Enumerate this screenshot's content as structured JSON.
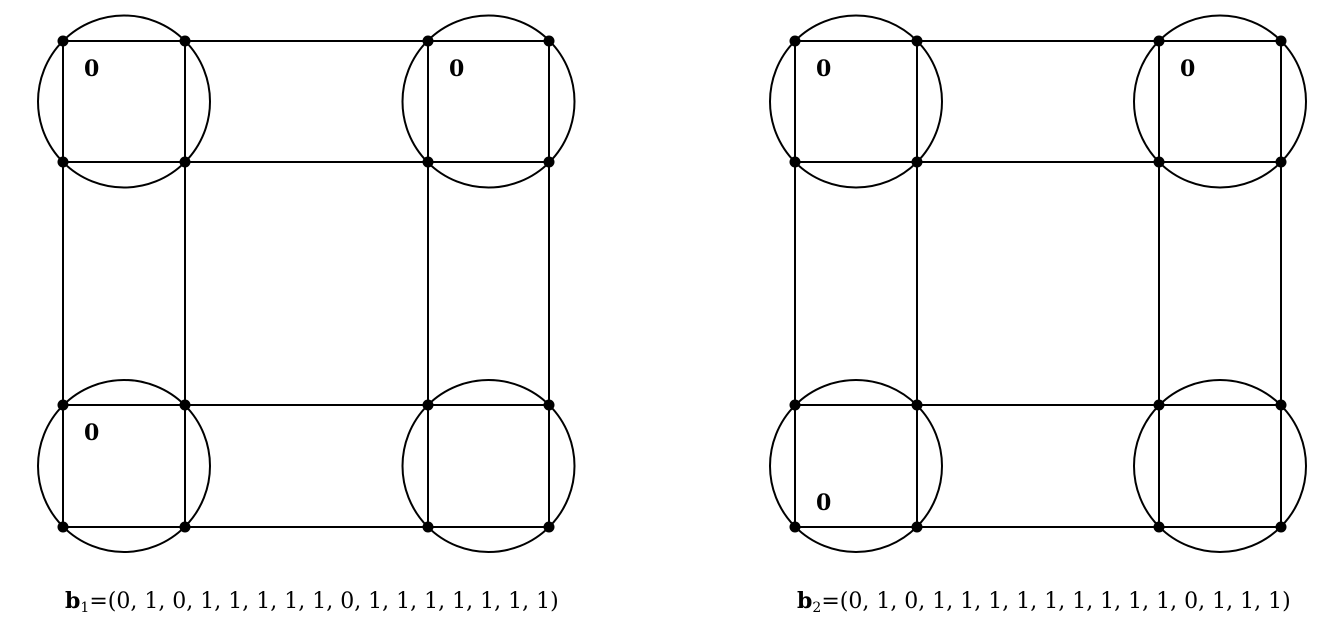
{
  "panels": [
    {
      "name": "left",
      "zero_labels": [
        {
          "text": "0",
          "circle": "top-left",
          "corner": "top"
        },
        {
          "text": "0",
          "circle": "top-right",
          "corner": "top"
        },
        {
          "text": "0",
          "circle": "bottom-left",
          "corner": "top"
        }
      ],
      "caption": {
        "vector": "b",
        "subscript": "1",
        "equals": "=",
        "tuple": "(0, 1, 0, 1, 1, 1, 1, 1, 0, 1, 1, 1, 1, 1, 1, 1)"
      }
    },
    {
      "name": "right",
      "zero_labels": [
        {
          "text": "0",
          "circle": "top-left",
          "corner": "top"
        },
        {
          "text": "0",
          "circle": "top-right",
          "corner": "top"
        },
        {
          "text": "0",
          "circle": "bottom-left",
          "corner": "bottom"
        }
      ],
      "caption": {
        "vector": "b",
        "subscript": "2",
        "equals": "=",
        "tuple": "(0, 1, 0, 1, 1, 1, 1, 1, 1, 1, 1, 1, 0, 1, 1, 1)"
      }
    }
  ]
}
